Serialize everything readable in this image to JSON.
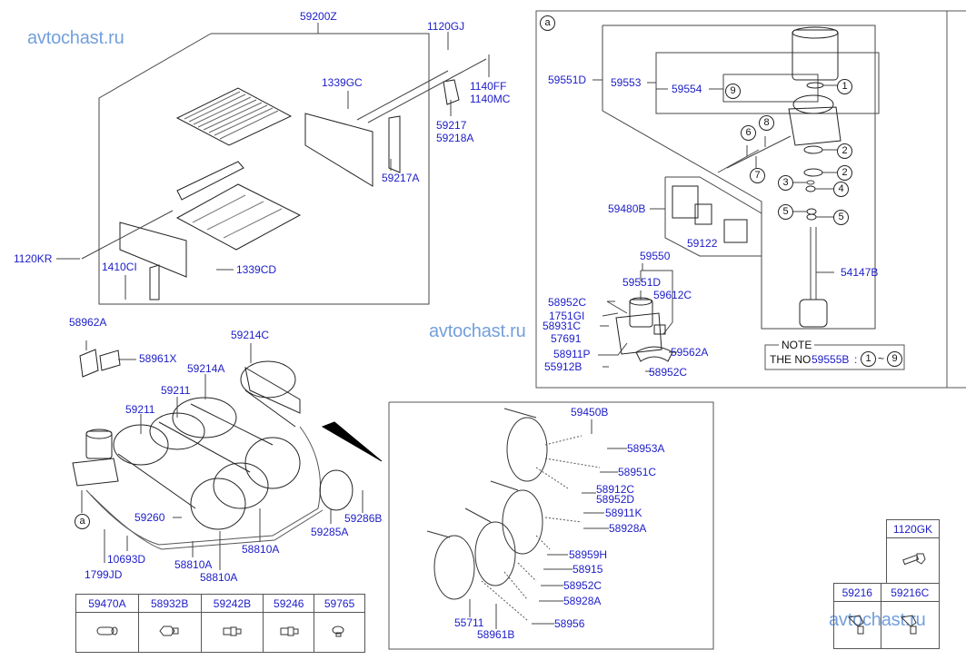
{
  "watermark": "avtochast.ru",
  "main_frame": {
    "group_label": "59200Z",
    "labels": {
      "bolt_top": "1120GJ",
      "nut_center": "1339GC",
      "bolt_pair_1": "1140FF",
      "bolt_pair_2": "1140MC",
      "bracket_1": "59217",
      "bracket_2": "59218A",
      "bracket_plate": "59217A",
      "bolt_left": "1120KR",
      "pin": "1410CI",
      "nut_bottom": "1339CD"
    }
  },
  "detail_a": {
    "marker": "a",
    "labels": {
      "assembly": "59551D",
      "sub_assembly": "59553",
      "kit": "59554",
      "valve_block": "59480B",
      "gasket": "59122",
      "cartridge_rod": "54147B",
      "dryer_assy": "59550",
      "dryer": "59551D",
      "heater": "59612C",
      "fitting_1": "58952C",
      "fitting_2": "1751GI",
      "fitting_3": "58931C",
      "plug": "57691",
      "fitting_4": "58911P",
      "valve": "55912B",
      "fitting_5": "58952C",
      "bracket": "59562A"
    },
    "callouts": [
      "1",
      "2",
      "2",
      "3",
      "4",
      "5",
      "5",
      "6",
      "7",
      "8",
      "9"
    ],
    "note": {
      "title": "NOTE",
      "prefix": "THE NO",
      "part": "59555B",
      "range_from": "1",
      "range_sep": "~",
      "range_to": "9"
    }
  },
  "tank_section": {
    "labels": {
      "bracket_a": "58962A",
      "bracket_x": "58961X",
      "tank_c": "59214C",
      "tank_a": "59214A",
      "tank_1": "59211",
      "tank_2": "59211",
      "clamp_valve": "59260",
      "band": "59285A",
      "band_bolt": "59286B",
      "tube_1": "58810A",
      "tube_2": "58810A",
      "tube_3": "58810A",
      "hose": "10693D",
      "clip": "1799JD"
    },
    "detail_marker": "a"
  },
  "fittings_detail": {
    "labels": {
      "valve": "59450B",
      "elbow_1": "58953A",
      "elbow_2": "58951C",
      "connector_1": "58912C",
      "connector_2": "58952D",
      "fitting_k": "58911K",
      "fitting_a1": "58928A",
      "fitting_h": "58959H",
      "fitting_15": "58915",
      "fitting_c": "58952C",
      "fitting_a2": "58928A",
      "fitting_56": "58956",
      "drain": "55711",
      "tee": "58961B"
    }
  },
  "parts_table_bottom": [
    "59470A",
    "58932B",
    "59242B",
    "59246",
    "59765"
  ],
  "parts_table_right": {
    "top": "1120GK",
    "bottom": [
      "59216",
      "59216C"
    ]
  }
}
